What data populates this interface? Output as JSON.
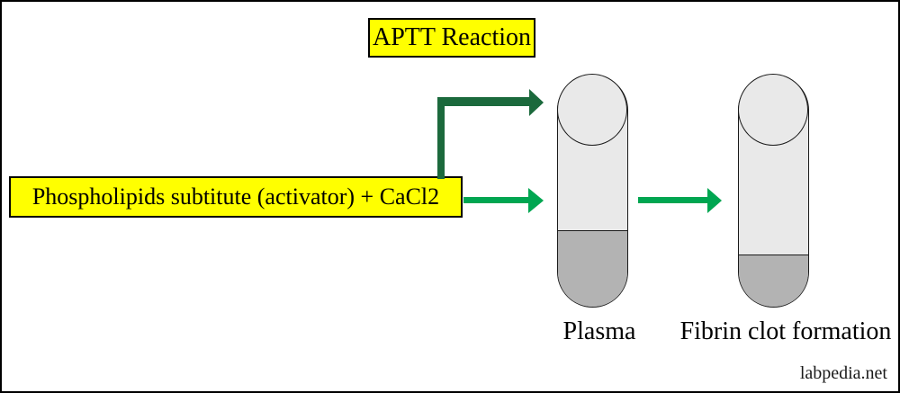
{
  "diagram": {
    "title": "APTT Reaction",
    "reagent_label": "Phospholipids subtitute (activator) + CaCl2",
    "tube1_label": "Plasma",
    "tube2_label": "Fibrin clot formation",
    "watermark": "labpedia.net"
  },
  "colors": {
    "box_fill": "#ffff00",
    "box_border": "#000000",
    "arrow_dark_green": "#1b693c",
    "arrow_green": "#00a651",
    "tube_body": "#e9e9e9",
    "tube_sediment": "#b3b3b3",
    "tube_outline": "#1a1a1a",
    "background": "#ffffff"
  }
}
